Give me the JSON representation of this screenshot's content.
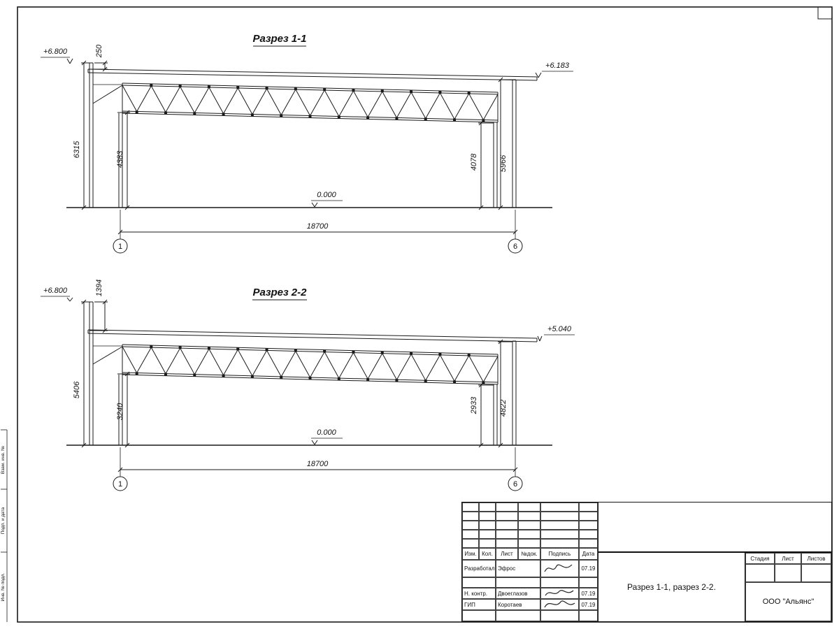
{
  "sections": [
    {
      "title": "Разрез 1-1",
      "elev_left": "+6.800",
      "elev_right": "+6.183",
      "elev_zero": "0.000",
      "dims": {
        "parapet": "250",
        "wall_left": "6315",
        "clear_left": "4383",
        "clear_right": "4078",
        "wall_right": "5966",
        "span": "18700"
      },
      "axes": [
        "1",
        "6"
      ]
    },
    {
      "title": "Разрез 2-2",
      "elev_left": "+6.800",
      "elev_right": "+5.040",
      "elev_zero": "0.000",
      "dims": {
        "parapet": "1394",
        "wall_left": "5406",
        "clear_left": "3240",
        "clear_right": "2933",
        "wall_right": "4822",
        "span": "18700"
      },
      "axes": [
        "1",
        "6"
      ]
    }
  ],
  "margin_labels": [
    "Взам. инв. №",
    "Подп. и дата",
    "Инв. № подл."
  ],
  "title_block": {
    "columns": [
      "Изм.",
      "Кол.",
      "Лист",
      "№док.",
      "Подпись",
      "Дата"
    ],
    "rows": [
      {
        "role": "Разработал",
        "name": "Эфрос",
        "date": "07.19"
      },
      {
        "role": "Н. контр.",
        "name": "Двоеглазов",
        "date": "07.19"
      },
      {
        "role": "ГИП",
        "name": "Коротаев",
        "date": "07.19"
      }
    ],
    "doc_title": "Разрез 1-1, разрез 2-2.",
    "company": "ООО \"Альянс\"",
    "stage_cols": [
      "Стадия",
      "Лист",
      "Листов"
    ]
  }
}
